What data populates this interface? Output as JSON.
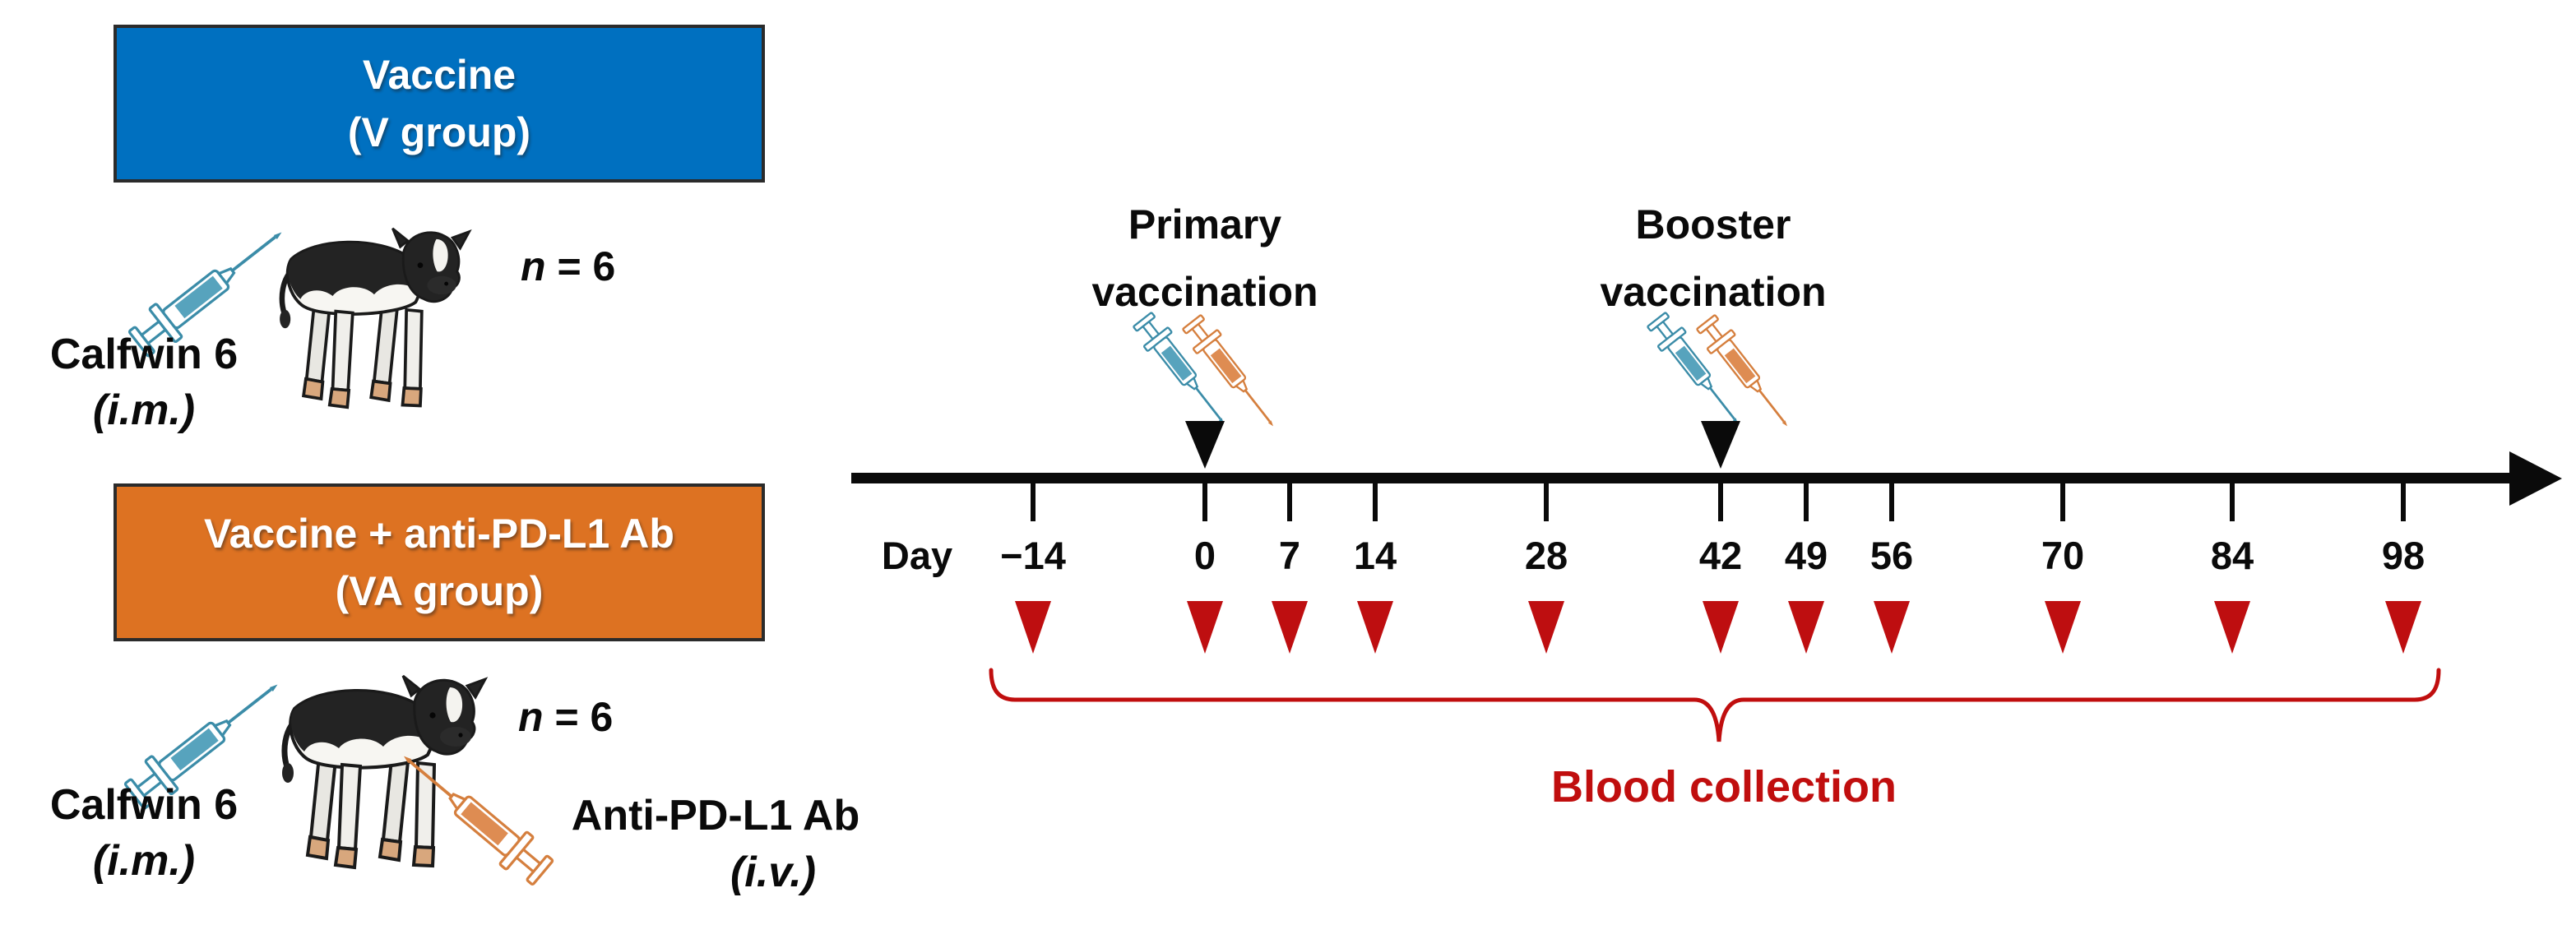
{
  "groups": [
    {
      "box": {
        "line1": "Vaccine",
        "line2": "(V group)"
      },
      "n_var": "n",
      "n_rest": " = 6",
      "injections": [
        {
          "drug": "Calfwin 6",
          "route": "(i.m.)",
          "syringe_icon": "teal-syringe-icon"
        }
      ]
    },
    {
      "box": {
        "line1": "Vaccine + anti-PD-L1 Ab",
        "line2": "(VA group)"
      },
      "n_var": "n",
      "n_rest": " = 6",
      "injections": [
        {
          "drug": "Calfwin 6",
          "route": "(i.m.)",
          "syringe_icon": "teal-syringe-icon"
        },
        {
          "drug": "Anti-PD-L1 Ab",
          "route": "(i.v.)",
          "syringe_icon": "orange-syringe-icon"
        }
      ]
    }
  ],
  "timeline": {
    "axis_label": "Day",
    "ticks": [
      "−14",
      "0",
      "7",
      "14",
      "28",
      "42",
      "49",
      "56",
      "70",
      "84",
      "98"
    ],
    "events": [
      {
        "line1": "Primary",
        "line2": "vaccination",
        "day": "0"
      },
      {
        "line1": "Booster",
        "line2": "vaccination",
        "day": "42"
      }
    ],
    "annotation": "Blood collection"
  },
  "icons": {
    "calf": "calf-icon (holstein calf clipart, black/white)",
    "teal_syringe": "syringe-icon (teal)",
    "orange_syringe": "syringe-icon (orange)",
    "vaccination_marker": "black down-triangle",
    "blood_marker": "red down-triangle",
    "brace": "red underbrace"
  },
  "colors": {
    "v_group_blue": "#0070C0",
    "va_group_orange": "#DD7222",
    "box_border": "#2b2b2b",
    "blood_red": "#BE0E10",
    "annotation_red": "#C00E0E",
    "syringe_teal": "#57A3BD",
    "syringe_teal_outline": "#3B8CA8",
    "syringe_orange": "#DE8C52",
    "syringe_orange_outline": "#D57F3E",
    "timeline_black": "#0a0a0a"
  }
}
